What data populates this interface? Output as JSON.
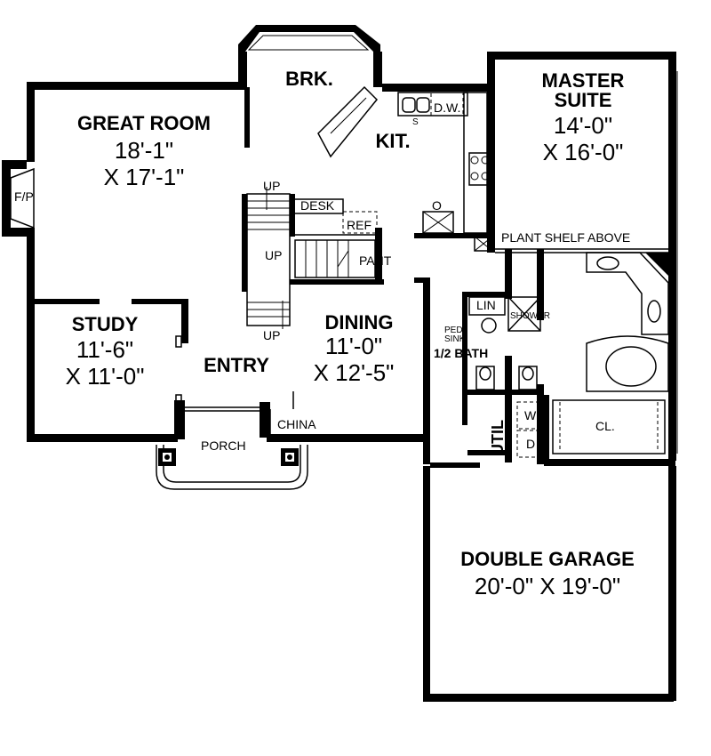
{
  "rooms": {
    "great_room": {
      "name": "GREAT ROOM",
      "dim1": "18'-1\"",
      "dim2": "X 17'-1\""
    },
    "breakfast": {
      "name": "BRK."
    },
    "kitchen": {
      "name": "KIT."
    },
    "master_suite": {
      "name1": "MASTER",
      "name2": "SUITE",
      "dim1": "14'-0\"",
      "dim2": "X 16'-0\""
    },
    "study": {
      "name": "STUDY",
      "dim1": "11'-6\"",
      "dim2": "X 11'-0\""
    },
    "entry": {
      "name": "ENTRY"
    },
    "dining": {
      "name": "DINING",
      "dim1": "11'-0\"",
      "dim2": "X 12'-5\""
    },
    "half_bath": {
      "name": "1/2 BATH"
    },
    "garage": {
      "name": "DOUBLE GARAGE",
      "dim": "20'-0\" X 19'-0\""
    }
  },
  "labels": {
    "fireplace": "F/P",
    "dishwasher": "D.W.",
    "sink": "S",
    "oven": "O",
    "desk": "DESK",
    "refrigerator": "REF",
    "pantry": "PANT",
    "up1": "UP",
    "up2": "UP",
    "up3": "UP",
    "plant_shelf": "PLANT SHELF ABOVE",
    "linen": "LIN",
    "shower": "SHOWER",
    "ped_sink1": "PED",
    "ped_sink2": "SINK",
    "utility": "UTIL",
    "washer": "W",
    "dryer": "D",
    "closet": "CL.",
    "porch": "PORCH",
    "china": "CHINA"
  }
}
